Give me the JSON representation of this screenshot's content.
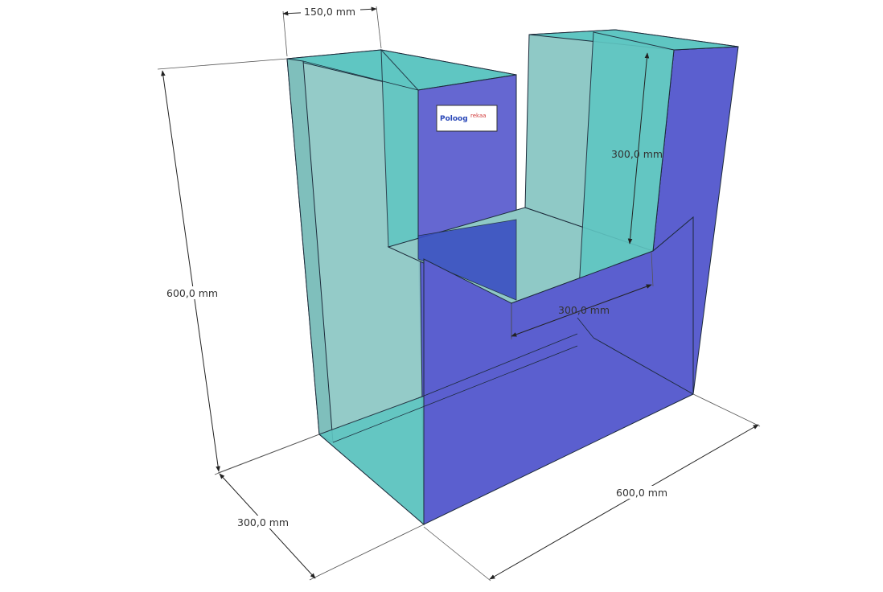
{
  "colors": {
    "side_face": "#5b5fcf",
    "glass_face": "#5fc6c2",
    "glass_light": "#8fc9c6",
    "edge": "#1c2a3a",
    "background": "#ffffff"
  },
  "dimensions": {
    "top_width": "150,0 mm",
    "height": "600,0 mm",
    "depth": "300,0 mm",
    "length": "600,0 mm",
    "inner_height": "300,0 mm",
    "inner_width": "300,0 mm"
  },
  "logo": {
    "text_main": "Poloog",
    "text_accent": "rekaa"
  }
}
